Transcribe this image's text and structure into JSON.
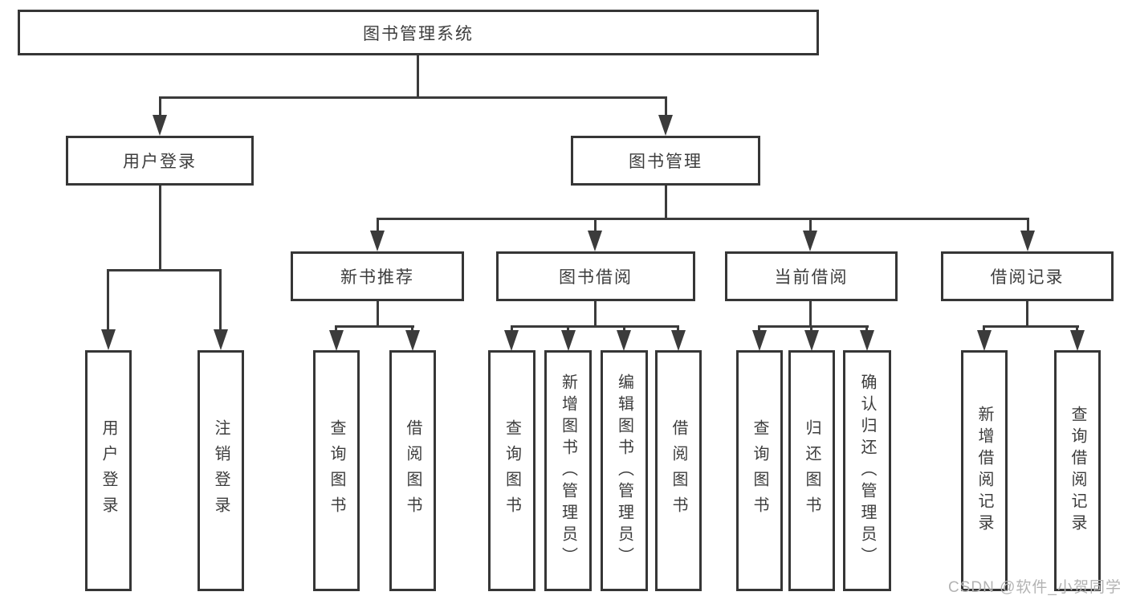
{
  "diagram": {
    "root": {
      "label": "图书管理系统"
    },
    "branches": [
      {
        "label": "用户登录",
        "children": [
          {
            "label": "用户登录"
          },
          {
            "label": "注销登录"
          }
        ]
      },
      {
        "label": "图书管理",
        "children": [
          {
            "label": "新书推荐",
            "children": [
              {
                "label": "查询图书"
              },
              {
                "label": "借阅图书"
              }
            ]
          },
          {
            "label": "图书借阅",
            "children": [
              {
                "label": "查询图书"
              },
              {
                "label": "新增图书（管理员）"
              },
              {
                "label": "编辑图书（管理员）"
              },
              {
                "label": "借阅图书"
              }
            ]
          },
          {
            "label": "当前借阅",
            "children": [
              {
                "label": "查询图书"
              },
              {
                "label": "归还图书"
              },
              {
                "label": "确认归还（管理员）"
              }
            ]
          },
          {
            "label": "借阅记录",
            "children": [
              {
                "label": "新增借阅记录"
              },
              {
                "label": "查询借阅记录"
              }
            ]
          }
        ]
      }
    ]
  },
  "watermark": {
    "text": "CSDN @软件_小贺同学"
  },
  "colors": {
    "line": "#3b3b3b",
    "box_border": "#363636",
    "box_fill": "#ffffff",
    "text": "#3d3d3d",
    "watermark_text": "#b3b3b3",
    "background": "#ffffff"
  }
}
